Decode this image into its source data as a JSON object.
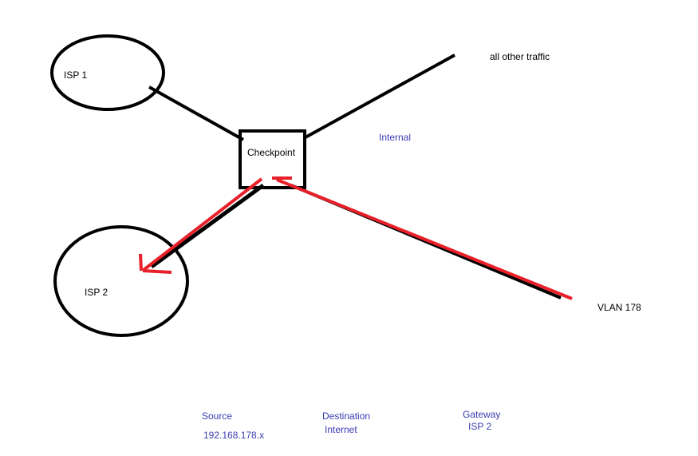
{
  "labels": {
    "isp1": "ISP 1",
    "isp2": "ISP 2",
    "checkpoint": "Checkpoint",
    "all_other_traffic": "all other traffic",
    "internal": "Internal",
    "vlan": "VLAN 178"
  },
  "rule": {
    "source_header": "Source",
    "source_value": "192.168.178.x",
    "destination_header": "Destination",
    "destination_value": "Internet",
    "gateway_header": "Gateway",
    "gateway_value": "ISP 2"
  },
  "colors": {
    "line": "#000000",
    "route": "#e8202a",
    "annotation": "#3b3bb3",
    "text": "#000000"
  }
}
